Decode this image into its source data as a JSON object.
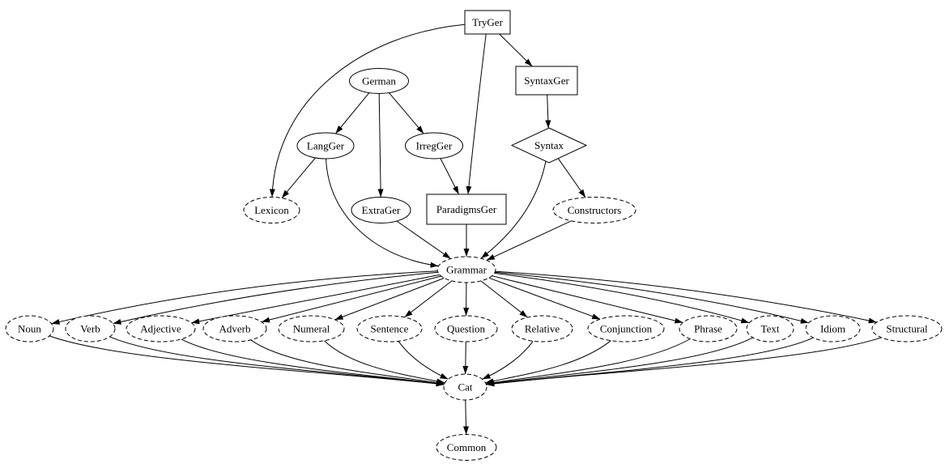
{
  "diagram": {
    "type": "dependency-graph",
    "colors": {
      "background": "#ffffff",
      "node_stroke": "#000000",
      "node_fill": "#ffffff",
      "edge": "#000000",
      "text": "#000000"
    },
    "nodes": [
      {
        "id": "TryGer",
        "label": "TryGer",
        "shape": "box",
        "style": "solid"
      },
      {
        "id": "German",
        "label": "German",
        "shape": "ellipse",
        "style": "solid"
      },
      {
        "id": "SyntaxGer",
        "label": "SyntaxGer",
        "shape": "box",
        "style": "solid"
      },
      {
        "id": "LangGer",
        "label": "LangGer",
        "shape": "ellipse",
        "style": "solid"
      },
      {
        "id": "IrregGer",
        "label": "IrregGer",
        "shape": "ellipse",
        "style": "solid"
      },
      {
        "id": "Syntax",
        "label": "Syntax",
        "shape": "diamond",
        "style": "solid"
      },
      {
        "id": "Lexicon",
        "label": "Lexicon",
        "shape": "ellipse",
        "style": "dashed"
      },
      {
        "id": "ExtraGer",
        "label": "ExtraGer",
        "shape": "ellipse",
        "style": "solid"
      },
      {
        "id": "ParadigmsGer",
        "label": "ParadigmsGer",
        "shape": "box",
        "style": "solid"
      },
      {
        "id": "Constructors",
        "label": "Constructors",
        "shape": "ellipse",
        "style": "dashed"
      },
      {
        "id": "Grammar",
        "label": "Grammar",
        "shape": "ellipse",
        "style": "dashed"
      },
      {
        "id": "Noun",
        "label": "Noun",
        "shape": "ellipse",
        "style": "dashed"
      },
      {
        "id": "Verb",
        "label": "Verb",
        "shape": "ellipse",
        "style": "dashed"
      },
      {
        "id": "Adjective",
        "label": "Adjective",
        "shape": "ellipse",
        "style": "dashed"
      },
      {
        "id": "Adverb",
        "label": "Adverb",
        "shape": "ellipse",
        "style": "dashed"
      },
      {
        "id": "Numeral",
        "label": "Numeral",
        "shape": "ellipse",
        "style": "dashed"
      },
      {
        "id": "Sentence",
        "label": "Sentence",
        "shape": "ellipse",
        "style": "dashed"
      },
      {
        "id": "Question",
        "label": "Question",
        "shape": "ellipse",
        "style": "dashed"
      },
      {
        "id": "Relative",
        "label": "Relative",
        "shape": "ellipse",
        "style": "dashed"
      },
      {
        "id": "Conjunction",
        "label": "Conjunction",
        "shape": "ellipse",
        "style": "dashed"
      },
      {
        "id": "Phrase",
        "label": "Phrase",
        "shape": "ellipse",
        "style": "dashed"
      },
      {
        "id": "Text",
        "label": "Text",
        "shape": "ellipse",
        "style": "dashed"
      },
      {
        "id": "Idiom",
        "label": "Idiom",
        "shape": "ellipse",
        "style": "dashed"
      },
      {
        "id": "Structural",
        "label": "Structural",
        "shape": "ellipse",
        "style": "dashed"
      },
      {
        "id": "Cat",
        "label": "Cat",
        "shape": "ellipse",
        "style": "dashed"
      },
      {
        "id": "Common",
        "label": "Common",
        "shape": "ellipse",
        "style": "dashed"
      }
    ],
    "edges": [
      {
        "from": "TryGer",
        "to": "SyntaxGer"
      },
      {
        "from": "TryGer",
        "to": "ParadigmsGer"
      },
      {
        "from": "TryGer",
        "to": "Lexicon"
      },
      {
        "from": "German",
        "to": "LangGer"
      },
      {
        "from": "German",
        "to": "IrregGer"
      },
      {
        "from": "German",
        "to": "ExtraGer"
      },
      {
        "from": "LangGer",
        "to": "Lexicon"
      },
      {
        "from": "LangGer",
        "to": "Grammar"
      },
      {
        "from": "IrregGer",
        "to": "ParadigmsGer"
      },
      {
        "from": "SyntaxGer",
        "to": "Syntax"
      },
      {
        "from": "Syntax",
        "to": "Constructors"
      },
      {
        "from": "Syntax",
        "to": "Grammar"
      },
      {
        "from": "ExtraGer",
        "to": "Grammar"
      },
      {
        "from": "ParadigmsGer",
        "to": "Grammar"
      },
      {
        "from": "Constructors",
        "to": "Grammar"
      },
      {
        "from": "Grammar",
        "to": "Noun"
      },
      {
        "from": "Grammar",
        "to": "Verb"
      },
      {
        "from": "Grammar",
        "to": "Adjective"
      },
      {
        "from": "Grammar",
        "to": "Adverb"
      },
      {
        "from": "Grammar",
        "to": "Numeral"
      },
      {
        "from": "Grammar",
        "to": "Sentence"
      },
      {
        "from": "Grammar",
        "to": "Question"
      },
      {
        "from": "Grammar",
        "to": "Relative"
      },
      {
        "from": "Grammar",
        "to": "Conjunction"
      },
      {
        "from": "Grammar",
        "to": "Phrase"
      },
      {
        "from": "Grammar",
        "to": "Text"
      },
      {
        "from": "Grammar",
        "to": "Idiom"
      },
      {
        "from": "Grammar",
        "to": "Structural"
      },
      {
        "from": "Noun",
        "to": "Cat"
      },
      {
        "from": "Verb",
        "to": "Cat"
      },
      {
        "from": "Adjective",
        "to": "Cat"
      },
      {
        "from": "Adverb",
        "to": "Cat"
      },
      {
        "from": "Numeral",
        "to": "Cat"
      },
      {
        "from": "Sentence",
        "to": "Cat"
      },
      {
        "from": "Question",
        "to": "Cat"
      },
      {
        "from": "Relative",
        "to": "Cat"
      },
      {
        "from": "Conjunction",
        "to": "Cat"
      },
      {
        "from": "Phrase",
        "to": "Cat"
      },
      {
        "from": "Text",
        "to": "Cat"
      },
      {
        "from": "Idiom",
        "to": "Cat"
      },
      {
        "from": "Structural",
        "to": "Cat"
      },
      {
        "from": "Cat",
        "to": "Common"
      }
    ]
  }
}
